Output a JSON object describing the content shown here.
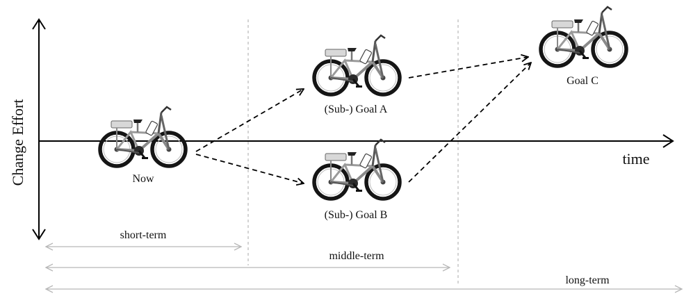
{
  "axes": {
    "y_label": "Change Effort",
    "x_label": "time"
  },
  "nodes": {
    "now": "Now",
    "goal_a": "(Sub-) Goal A",
    "goal_b": "(Sub-) Goal B",
    "goal_c": "Goal C"
  },
  "icons": {
    "bike": "e-bike-icon"
  },
  "ranges": {
    "short": "short-term",
    "middle": "middle-term",
    "long": "long-term"
  },
  "colors": {
    "axis": "#000000",
    "range_arrow": "#b8b8b8",
    "divider": "#aaaaaa"
  }
}
